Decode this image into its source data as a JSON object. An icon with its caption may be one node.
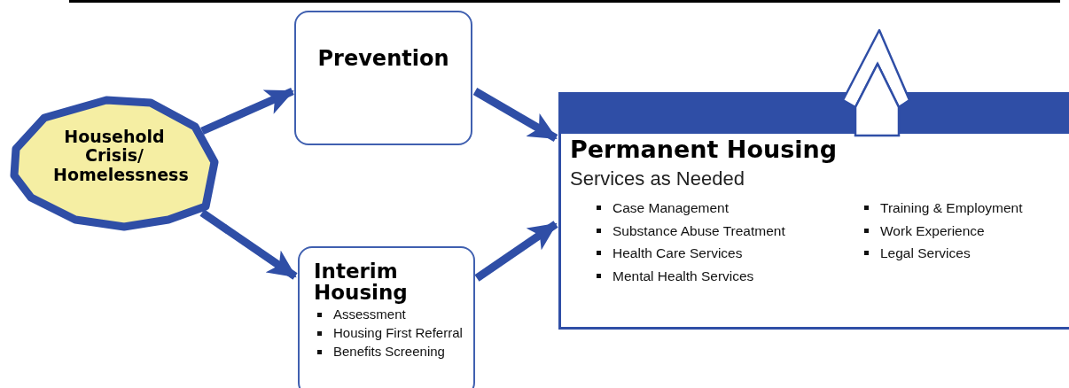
{
  "diagram": {
    "nodes": [
      {
        "text": [
          "Household Crisis/ Homelessness"
        ]
      },
      {
        "text": [
          "Prevention"
        ]
      },
      {
        "text": [
          "Interim Housing",
          "Assessment",
          "Housing First Referral",
          "Benefits Screening"
        ]
      },
      {
        "text": [
          "Permanent Housing",
          "Services as Needed",
          "Case Management",
          "Substance Abuse Treatment",
          "Health Care Services",
          "Mental Health Services",
          "Training & Employment",
          "Work Experience",
          "Legal Services"
        ]
      }
    ],
    "edges": [
      {
        "from": 0,
        "to": 1,
        "arrow": "to"
      },
      {
        "from": 0,
        "to": 2,
        "arrow": "to"
      },
      {
        "from": 1,
        "to": 3,
        "arrow": "to"
      },
      {
        "from": 2,
        "to": 3,
        "arrow": "to"
      }
    ]
  }
}
